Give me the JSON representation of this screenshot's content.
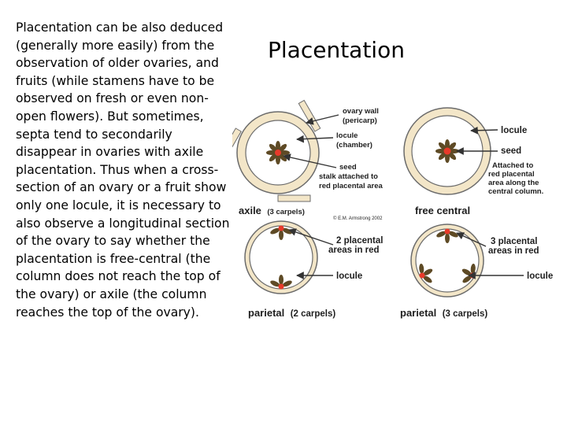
{
  "text": {
    "paragraph": "Placentation can be also deduced (generally more easily) from the observation of older ovaries, and fruits (while stamens have to be observed on fresh or even non-open flowers). But sometimes, septa tend to secondarily disappear in ovaries with axile placentation. Thus when a cross-section of an ovary or a fruit show only one locule, it is necessary to also observe a longitudinal section of the ovary to say whether the placentation is free-central (the column does not reach the top of the ovary) or axile (the column reaches the top of the ovary).",
    "title": "Placentation"
  },
  "diagram": {
    "axile": {
      "caption_main": "axile",
      "caption_sub": "(3 carpels)",
      "ovary_wall": [
        "ovary wall",
        "(pericarp)"
      ],
      "locule": [
        "locule",
        "(chamber)"
      ],
      "seed": [
        "seed",
        "stalk attached to",
        "red placental area"
      ]
    },
    "free_central": {
      "caption": "free central",
      "locule": "locule",
      "seed": "seed",
      "placenta_note": [
        "Attached to",
        "red placental",
        "area along the",
        "central column."
      ]
    },
    "parietal_2": {
      "caption_main": "parietal",
      "caption_sub": "(2 carpels)",
      "placental": [
        "2 placental",
        "areas in red"
      ],
      "locule": "locule"
    },
    "parietal_3": {
      "caption_main": "parietal",
      "caption_sub": "(3 carpels)",
      "placental": [
        "3 placental",
        "areas in red"
      ],
      "locule": "locule"
    },
    "copyright": "© E.M. Armstrong 2002",
    "colors": {
      "wall": "#f3e6c8",
      "wall_stroke": "#6b6b6b",
      "seed": "#5e4a25",
      "placenta": "#e83a2a",
      "arrow": "#333333"
    }
  }
}
